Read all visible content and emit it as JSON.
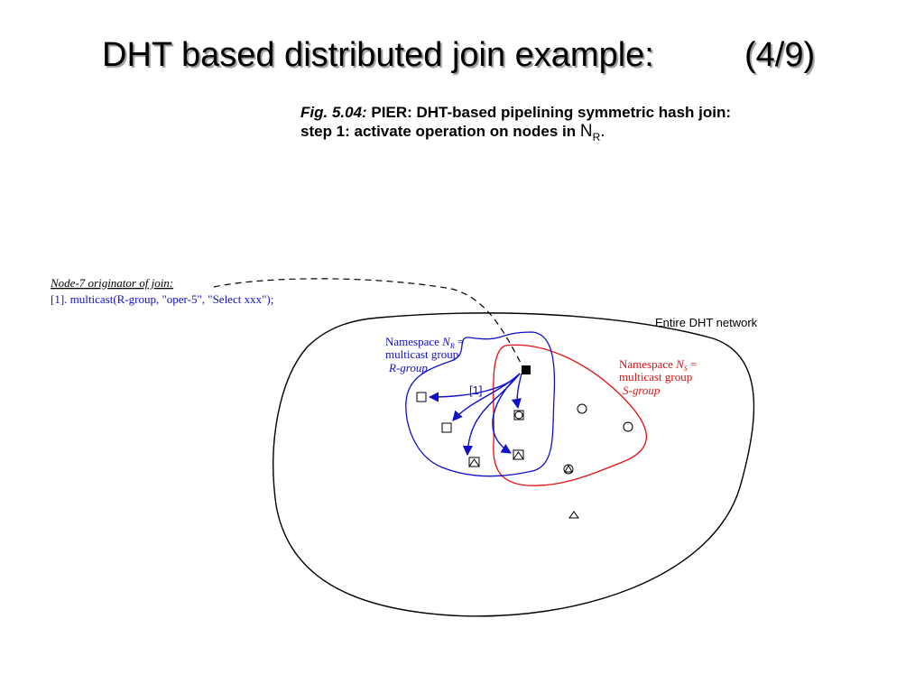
{
  "slide": {
    "title": "DHT based distributed join example:",
    "page_indicator": "(4/9)"
  },
  "caption": {
    "fig_label": "Fig. 5.04:",
    "line1": "PIER: DHT-based pipelining symmetric hash join:",
    "line2": "step 1: activate operation on nodes in",
    "nr_base": "N",
    "nr_sub": "R",
    "nr_end": "."
  },
  "diagram": {
    "originator_label": "Node-7 originator of join:",
    "multicast_call": "[1]. multicast(R-group, \"oper-5\", \"Select xxx\");",
    "network_label": "Entire DHT network",
    "namespace_r": {
      "line1_prefix": "Namespace ",
      "symbol": "N",
      "sub": "R",
      "line1_suffix": " =",
      "line2": "multicast group",
      "line3": "R-group"
    },
    "namespace_s": {
      "line1_prefix": "Namespace ",
      "symbol": "N",
      "sub": "S",
      "line1_suffix": " =",
      "line2": "multicast group",
      "line3": "S-group"
    },
    "step_label": "[1]",
    "colors": {
      "r_group": "#1010c8",
      "s_group": "#e01010",
      "network": "#000000"
    },
    "node_icons": [
      "filled-square-node",
      "square-node",
      "square-circle-node",
      "square-triangle-node",
      "circle-node",
      "circle-triangle-node",
      "triangle-node"
    ]
  }
}
